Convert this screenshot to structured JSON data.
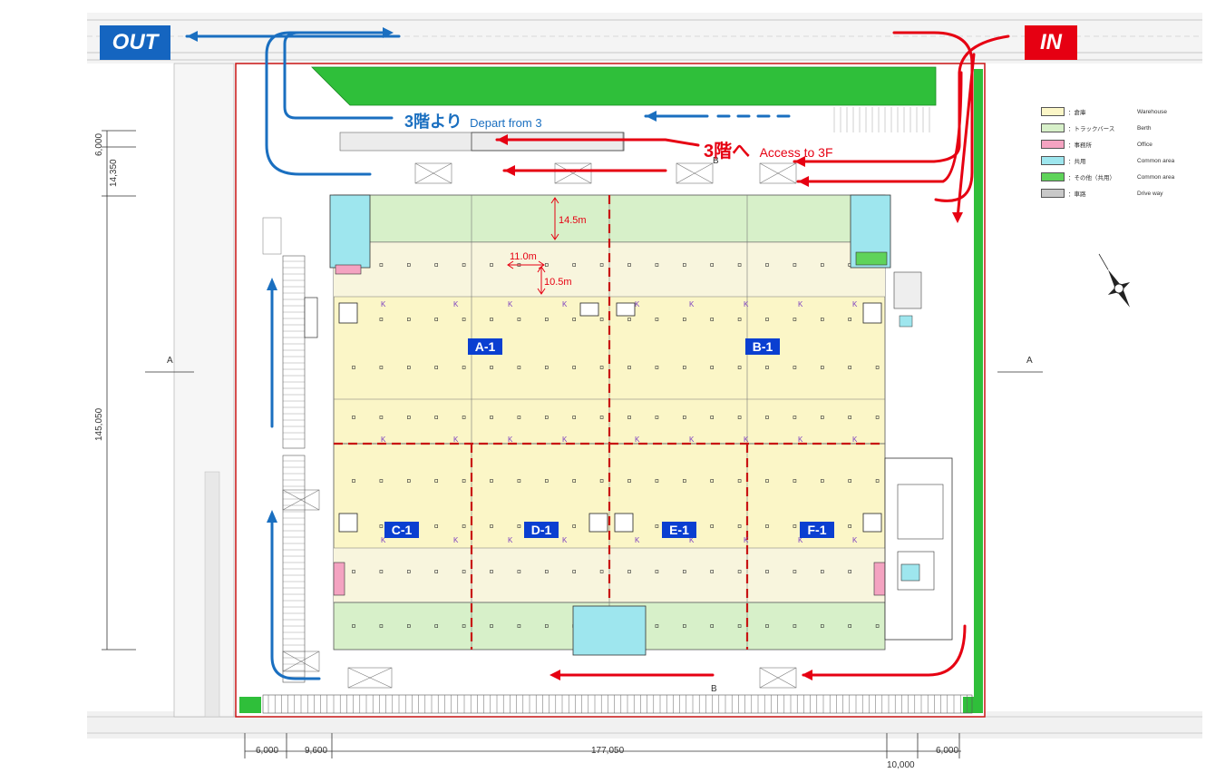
{
  "tags": {
    "out": {
      "label": "OUT",
      "color": "#1565c0"
    },
    "in": {
      "label": "IN",
      "color": "#e60012"
    }
  },
  "route_labels": {
    "depart_jp": "3階より",
    "depart_en": "Depart from 3",
    "access_jp": "3階へ",
    "access_en": "Access to 3F"
  },
  "units": [
    "A-1",
    "B-1",
    "C-1",
    "D-1",
    "E-1",
    "F-1"
  ],
  "spans": {
    "berth_depth": "14.5m",
    "bay_width": "11.0m",
    "bay_depth": "10.5m"
  },
  "dimensions": {
    "left_top": "6,000",
    "left_second": "14,350",
    "left_main": "145,050",
    "bottom_left_a": "6,000",
    "bottom_left_b": "9,600",
    "bottom_main": "177,050",
    "bottom_right_a": "10,000",
    "bottom_right_b": "6,000"
  },
  "section_marks": {
    "left": "A",
    "right": "A",
    "bottom": "B",
    "top": "B"
  },
  "legend": [
    {
      "jp": "：倉庫",
      "en": "Warehouse",
      "color": "#fbf6c7"
    },
    {
      "jp": "：トラックバース",
      "en": "Berth",
      "color": "#d7f0c9"
    },
    {
      "jp": "：事務所",
      "en": "Office",
      "color": "#f4a3c1"
    },
    {
      "jp": "：共用",
      "en": "Common area",
      "color": "#9ee6ee"
    },
    {
      "jp": "：その他（共用）",
      "en": "Common area",
      "color": "#5fd35a"
    },
    {
      "jp": "：車路",
      "en": "Drive way",
      "color": "#c8c8c8"
    }
  ],
  "colors": {
    "warehouse": "#fbf6c7",
    "berth": "#d7f0c9",
    "office": "#f4a3c1",
    "common": "#9ee6ee",
    "green": "#2fbf3a",
    "unit_label_bg": "#0a3fd1",
    "blue_route": "#1a6fc0",
    "red_route": "#e60012",
    "tenant_border": "#c81414"
  }
}
